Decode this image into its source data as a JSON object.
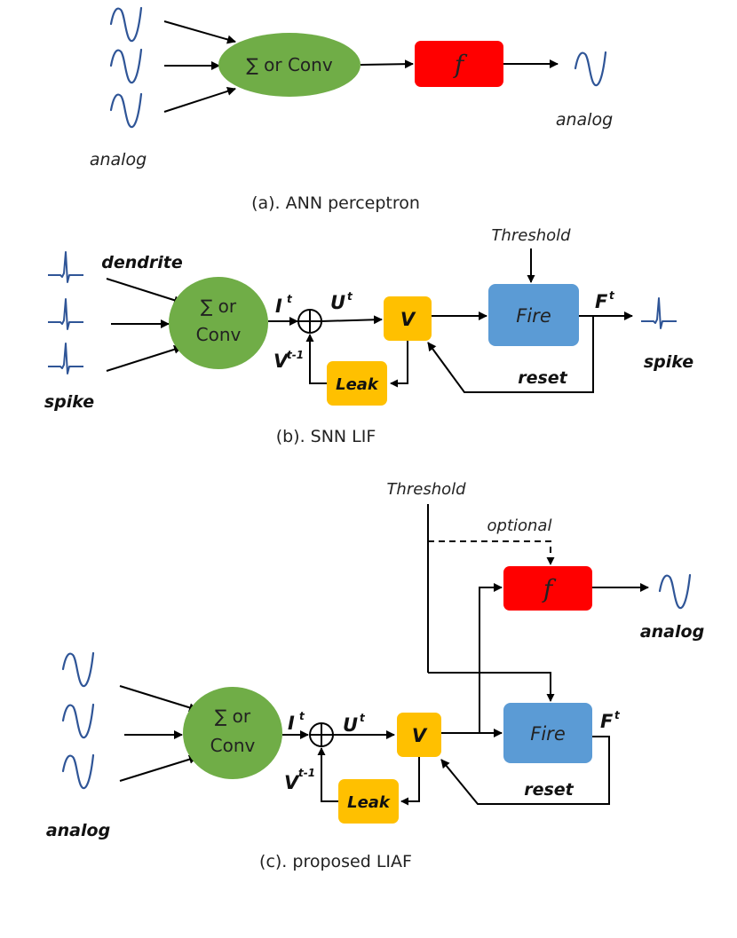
{
  "colors": {
    "wave": "#2f5597",
    "sum_node": "#70ad47",
    "activation": "#ff0000",
    "state_box": "#ffc000",
    "fire_box": "#5b9bd5",
    "arrow": "#000000"
  },
  "panel_a": {
    "sum_label": "∑ or Conv",
    "activation_label": "f",
    "input_label": "analog",
    "output_label": "analog",
    "caption": "(a). ANN perceptron"
  },
  "panel_b": {
    "dendrite_label": "dendrite",
    "input_label": "spike",
    "sum_label_line1": "∑ or",
    "sum_label_line2": "Conv",
    "threshold_label": "Threshold",
    "i_label": "I",
    "i_sup": "t",
    "u_label": "U",
    "u_sup": "t",
    "v_prev_label": "V",
    "v_prev_sup": "t-1",
    "v_box_label": "V",
    "leak_label": "Leak",
    "fire_label": "Fire",
    "f_label": "F",
    "f_sup": "t",
    "reset_label": "reset",
    "output_label": "spike",
    "caption": "(b). SNN LIF"
  },
  "panel_c": {
    "threshold_label": "Threshold",
    "optional_label": "optional",
    "activation_label": "f",
    "output_label": "analog",
    "sum_label_line1": "∑ or",
    "sum_label_line2": "Conv",
    "i_label": "I",
    "i_sup": "t",
    "u_label": "U",
    "u_sup": "t",
    "v_prev_label": "V",
    "v_prev_sup": "t-1",
    "v_box_label": "V",
    "leak_label": "Leak",
    "fire_label": "Fire",
    "f_label": "F",
    "f_sup": "t",
    "reset_label": "reset",
    "input_label": "analog",
    "caption": "(c). proposed LIAF"
  }
}
